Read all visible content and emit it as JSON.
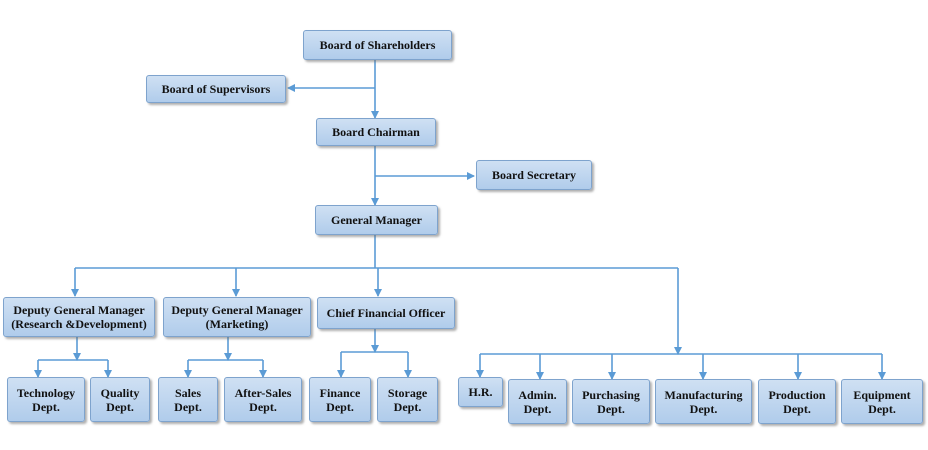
{
  "colors": {
    "box_fill_top": "#cfe0f3",
    "box_fill_bottom": "#b0cceb",
    "box_border": "#7ea3cd",
    "connector": "#5b9bd5"
  },
  "nodes": {
    "shareholders": {
      "lines": [
        "Board of Shareholders"
      ]
    },
    "supervisors": {
      "lines": [
        "Board of Supervisors"
      ]
    },
    "chairman": {
      "lines": [
        "Board Chairman"
      ]
    },
    "secretary": {
      "lines": [
        "Board Secretary"
      ]
    },
    "general_manager": {
      "lines": [
        "General Manager"
      ]
    },
    "dgm_rd": {
      "lines": [
        "Deputy General Manager",
        "(Research &Development)"
      ]
    },
    "dgm_marketing": {
      "lines": [
        "Deputy General Manager",
        "(Marketing)"
      ]
    },
    "cfo": {
      "lines": [
        "Chief Financial Officer"
      ]
    },
    "technology": {
      "lines": [
        "Technology",
        "Dept."
      ]
    },
    "quality": {
      "lines": [
        "Quality",
        "Dept."
      ]
    },
    "sales": {
      "lines": [
        "Sales",
        "Dept."
      ]
    },
    "after_sales": {
      "lines": [
        "After-Sales",
        "Dept."
      ]
    },
    "finance": {
      "lines": [
        "Finance",
        "Dept."
      ]
    },
    "storage": {
      "lines": [
        "Storage",
        "Dept."
      ]
    },
    "hr": {
      "lines": [
        "H.R."
      ]
    },
    "admin": {
      "lines": [
        "Admin.",
        "Dept."
      ]
    },
    "purchasing": {
      "lines": [
        "Purchasing",
        "Dept."
      ]
    },
    "manufacturing": {
      "lines": [
        "Manufacturing",
        "Dept."
      ]
    },
    "production": {
      "lines": [
        "Production",
        "Dept."
      ]
    },
    "equipment": {
      "lines": [
        "Equipment",
        "Dept."
      ]
    }
  }
}
